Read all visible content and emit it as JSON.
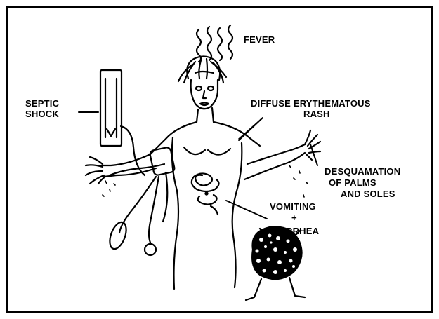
{
  "labels": {
    "fever": "FEVER",
    "septic_shock_1": "SEPTIC",
    "septic_shock_2": "SHOCK",
    "rash_1": "DIFFUSE ERYTHEMATOUS",
    "rash_2": "RASH",
    "desquamation_1": "DESQUAMATION",
    "desquamation_2": "OF PALMS",
    "desquamation_3": "AND SOLES",
    "vomiting": "VOMITING",
    "plus": "+",
    "diarrhea": "DIARRHEA"
  },
  "colors": {
    "ink": "#000000",
    "paper": "#ffffff"
  }
}
